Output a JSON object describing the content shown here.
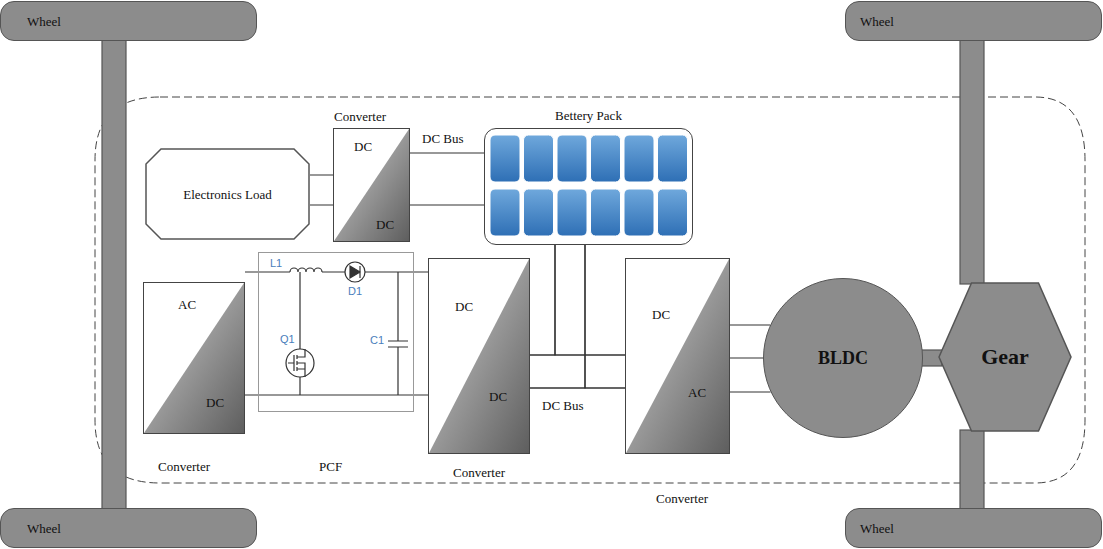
{
  "diagram": {
    "nodes": [
      {
        "text": [
          "Wheel"
        ]
      },
      {
        "text": [
          "Wheel"
        ]
      },
      {
        "text": [
          "Electronics Load"
        ]
      },
      {
        "text": [
          "Converter",
          "DC",
          "DC"
        ]
      },
      {
        "text": [
          "Bettery Pack"
        ]
      },
      {
        "text": [
          "AC",
          "DC",
          "Converter"
        ]
      },
      {
        "text": [
          "PCF"
        ]
      },
      {
        "text": [
          "DC",
          "DC",
          "Converter"
        ]
      },
      {
        "text": [
          "DC",
          "AC",
          "Converter"
        ]
      },
      {
        "text": [
          "BLDC"
        ]
      },
      {
        "text": [
          "Gear"
        ]
      },
      {
        "text": [
          "Wheel"
        ]
      },
      {
        "text": [
          "Wheel"
        ]
      }
    ],
    "edges": [
      {
        "from": 2,
        "to": 3,
        "arrow": "none"
      },
      {
        "from": 3,
        "to": 4,
        "label": "DC Bus",
        "arrow": "none"
      },
      {
        "from": 5,
        "to": 6,
        "arrow": "none"
      },
      {
        "from": 6,
        "to": 7,
        "arrow": "none"
      },
      {
        "from": 7,
        "to": 8,
        "label": "DC Bus",
        "arrow": "none"
      },
      {
        "from": 4,
        "to": 7,
        "arrow": "none"
      },
      {
        "from": 4,
        "to": 8,
        "arrow": "none"
      },
      {
        "from": 8,
        "to": 9,
        "arrow": "none"
      },
      {
        "from": 9,
        "to": 10,
        "arrow": "none"
      },
      {
        "from": 0,
        "to": 11,
        "arrow": "none"
      },
      {
        "from": 10,
        "to": 1,
        "arrow": "none"
      },
      {
        "from": 10,
        "to": 12,
        "arrow": "none"
      }
    ],
    "labels": [
      "L1",
      "Q1",
      "D1",
      "C1"
    ]
  }
}
